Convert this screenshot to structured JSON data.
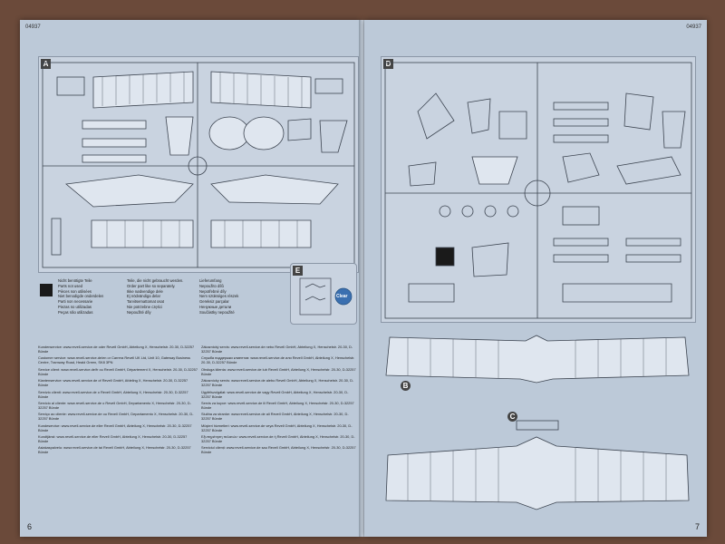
{
  "left_page": {
    "kit_number": "04937",
    "page_number": "6",
    "sprue_a_label": "A",
    "sprue_e_label": "E",
    "clear_badge": "Clear",
    "legend_col1": [
      "Nicht benötigte Teile",
      "Parts not used",
      "Pièces non utilisées",
      "Niet benodigde onderdelen",
      "Parti non necessarie",
      "Piezas no utilizadas",
      "Peças não utilizadas"
    ],
    "legend_col2": [
      "Teile, die nicht gebraucht werden.",
      "Order part like so separately.",
      "Ikke nødvendige dele",
      "Ej nödvändiga delar",
      "Tarvitsemattomat osat",
      "Nie potrzebne części",
      "Nepoužité díly"
    ],
    "legend_col3": [
      "Lieferumfang",
      "Nepoužito dílů",
      "Nepotřebné díly",
      "Nem szükséges részek",
      "Gereksiz parçalar",
      "Ненужные детали",
      "Součástky nepoužité"
    ],
    "service_col1": [
      "Kundenservice: www.revell-service.de oder Revell GmbH, Abteilung X, Henschelstr. 20-30, D-32257 Bünde",
      "Customer service: www.revell-service.de/en or Carrera Revell UK Ltd, Unit 10, Gateway Business Centre, Tramway Road, Heald Green, SK8 3PN",
      "Service client: www.revell-service.de/fr ou Revell GmbH, Département X, Henschelstr. 20-30, D-32257 Bünde",
      "Klantenservice: www.revell-service.de of Revell GmbH, Afdeling X, Henschelstr. 20-30, D-32257 Bünde",
      "Servizio clienti: www.revell-service.de o Revell GmbH, Abteilung X, Henschelstr. 20-30, D-32257 Bünde",
      "Servicio al cliente: www.revell-service.de o Revell GmbH, Departamento X, Henschelstr. 20-30, D-32257 Bünde",
      "Serviço ao cliente: www.revell-service.de ou Revell GmbH, Departamento X, Henschelstr. 20-30, D-32257 Bünde",
      "Kundeservice: www.revell-service.de eller Revell GmbH, Abteilung X, Henschelstr. 20-30, D-32257 Bünde",
      "Kundtjänst: www.revell-service.de eller Revell GmbH, Abteilung X, Henschelstr. 20-30, D-32257 Bünde",
      "Asiakaspalvelu: www.revell-service.de tai Revell GmbH, Abteilung X, Henschelstr. 20-30, D-32257 Bünde"
    ],
    "service_col2": [
      "Zákaznický servis: www.revell-service.de nebo Revell GmbH, Abteilung X, Henschelstr. 20-30, D-32257 Bünde",
      "Служба поддержки клиентов: www.revell-service.de или Revell GmbH, Abteilung X, Henschelstr. 20-30, D-32257 Bünde",
      "Obsługa klienta: www.revell-service.de lub Revell GmbH, Abteilung X, Henschelstr. 20-30, D-32257 Bünde",
      "Zákaznícky servis: www.revell-service.de alebo Revell GmbH, Abteilung X, Henschelstr. 20-30, D-32257 Bünde",
      "Ügyfélszolgálat: www.revell-service.de vagy Revell GmbH, Abteilung X, Henschelstr. 20-30, D-32257 Bünde",
      "Servis za kupce: www.revell-service.de ili Revell GmbH, Abteilung X, Henschelstr. 20-30, D-32257 Bünde",
      "Služba za stranke: www.revell-service.de ali Revell GmbH, Abteilung X, Henschelstr. 20-30, D-32257 Bünde",
      "Müşteri hizmetleri: www.revell-service.de veya Revell GmbH, Abteilung X, Henschelstr. 20-30, D-32257 Bünde",
      "Εξυπηρέτηση πελατών: www.revell-service.de ή Revell GmbH, Abteilung X, Henschelstr. 20-30, D-32257 Bünde",
      "Serviciul clienți: www.revell-service.de sau Revell GmbH, Abteilung X, Henschelstr. 20-30, D-32257 Bünde"
    ]
  },
  "right_page": {
    "kit_number": "04937",
    "page_number": "7",
    "sprue_d_label": "D",
    "sprue_b_label": "B",
    "sprue_c_label": "C"
  }
}
